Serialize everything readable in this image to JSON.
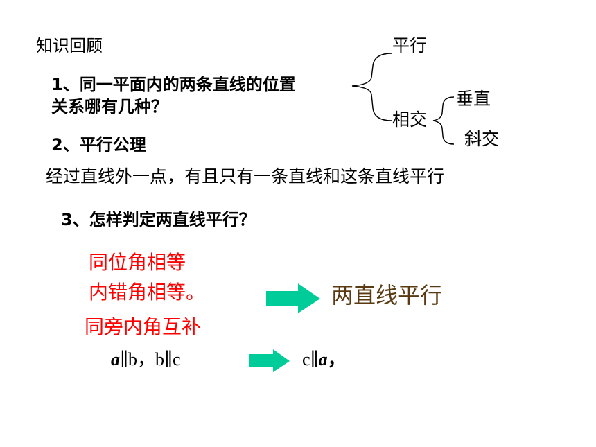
{
  "review_title": "知识回顾",
  "q1": {
    "line1": "1、同一平面内的两条直线的位置",
    "line2": "关系哪有几种？"
  },
  "relation": {
    "parallel": "平行",
    "intersect": "相交",
    "perpendicular": "垂直",
    "oblique": "斜交"
  },
  "q2": "2、平行公理",
  "axiom": "经过直线外一点，有且只有一条直线和这条直线平行",
  "q3": "3、怎样判定两直线平行？",
  "conditions": [
    "同位角相等",
    "内错角相等。",
    "同旁内角互补"
  ],
  "conclusion": "两直线平行",
  "transitive": {
    "a1": "a",
    "mid": "∥b，b∥c",
    "c_par": "c∥",
    "a2": "a",
    "comma": "，"
  },
  "colors": {
    "arrow": "#00cc99",
    "red": "#ff0000",
    "conclusion": "#5a3a12"
  }
}
